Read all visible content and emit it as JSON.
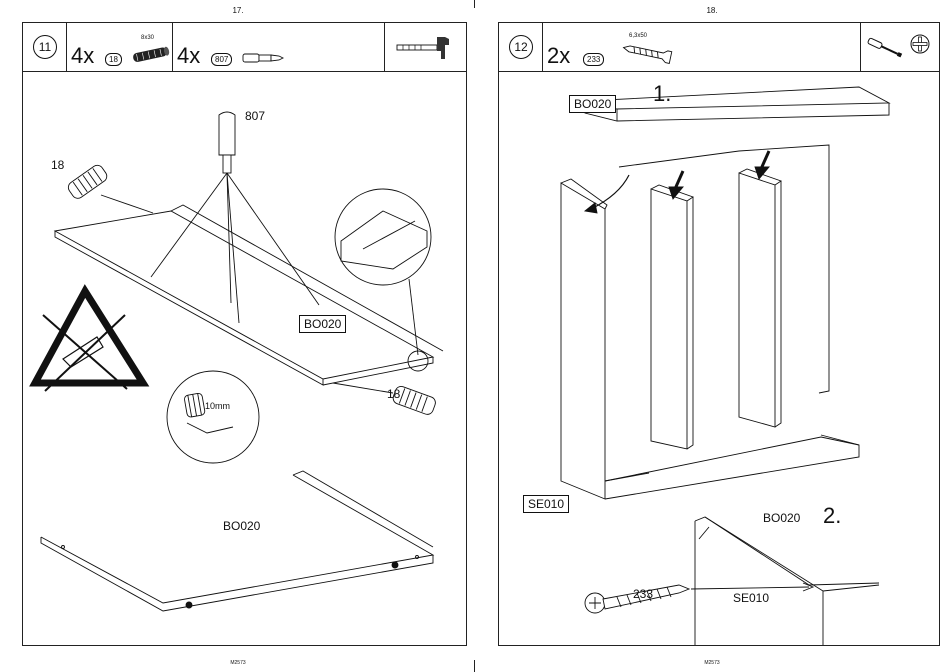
{
  "left_page": {
    "page_number": "17.",
    "footer_code": "M2573",
    "step": "11",
    "part_a": {
      "qty": "4x",
      "id": "18",
      "size": "8x30"
    },
    "part_b": {
      "qty": "4x",
      "id": "807"
    },
    "tool_icon": "hammer-icon",
    "labels": {
      "cam": "807",
      "dowel_left": "18",
      "dowel_right": "18",
      "panel_tag": "BO020",
      "depth": "10mm",
      "panel_bottom": "BO020"
    },
    "warning_icon": "no-glue-warning-icon"
  },
  "right_page": {
    "page_number": "18.",
    "footer_code": "M2573",
    "step": "12",
    "part": {
      "qty": "2x",
      "id": "233",
      "size": "6,3x50"
    },
    "tool_icons": [
      "screwdriver-icon",
      "phillips-head-icon"
    ],
    "labels": {
      "panel_top": "BO020",
      "sub_step_1": "1.",
      "side_panel": "SE010",
      "panel_detail": "BO020",
      "sub_step_2": "2.",
      "screw": "233",
      "side_detail": "SE010"
    }
  },
  "colors": {
    "line": "#111111",
    "panel": "#ffffff"
  }
}
